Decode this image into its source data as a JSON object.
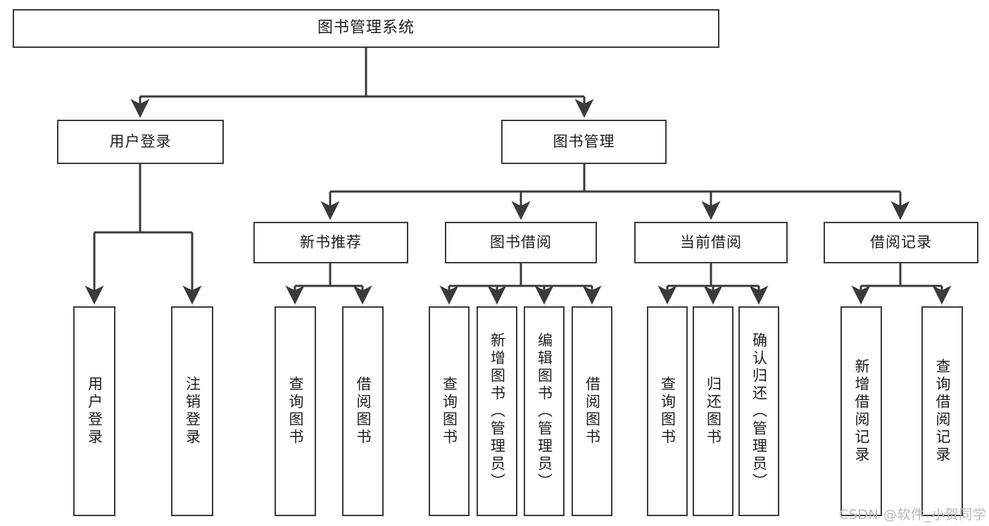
{
  "diagram": {
    "title": "图书管理系统",
    "type": "tree-hierarchy-diagram",
    "nodes": {
      "root": {
        "label": "图书管理系统"
      },
      "level2": [
        {
          "id": "user-login",
          "label": "用户登录"
        },
        {
          "id": "book-management",
          "label": "图书管理"
        }
      ],
      "level3": [
        {
          "id": "new-book-recommend",
          "label": "新书推荐"
        },
        {
          "id": "book-borrow",
          "label": "图书借阅"
        },
        {
          "id": "current-borrow",
          "label": "当前借阅"
        },
        {
          "id": "borrow-record",
          "label": "借阅记录"
        }
      ],
      "leaves": {
        "user_login": [
          {
            "id": "leaf-user-login",
            "label": "用户登录"
          },
          {
            "id": "leaf-logout-login",
            "label": "注销登录"
          }
        ],
        "new_book_recommend": [
          {
            "id": "leaf-query-book-1",
            "label": "查询图书"
          },
          {
            "id": "leaf-borrow-book-1",
            "label": "借阅图书"
          }
        ],
        "book_borrow": [
          {
            "id": "leaf-query-book-2",
            "label": "查询图书"
          },
          {
            "id": "leaf-add-book",
            "label": "新增图书（管理员）"
          },
          {
            "id": "leaf-edit-book",
            "label": "编辑图书（管理员）"
          },
          {
            "id": "leaf-borrow-book-2",
            "label": "借阅图书"
          }
        ],
        "current_borrow": [
          {
            "id": "leaf-query-book-3",
            "label": "查询图书"
          },
          {
            "id": "leaf-return-book",
            "label": "归还图书"
          },
          {
            "id": "leaf-confirm-return",
            "label": "确认归还（管理员）"
          }
        ],
        "borrow_record": [
          {
            "id": "leaf-add-borrow-record",
            "label": "新增借阅记录"
          },
          {
            "id": "leaf-query-borrow-record",
            "label": "查询借阅记录"
          }
        ]
      }
    },
    "colors": {
      "stroke": "#3a3a3a",
      "fill": "#ffffff",
      "text": "#1d1d1d",
      "watermark": "#b9b9b9"
    }
  },
  "watermark": {
    "text": "CSDN @软件_小贺同学"
  }
}
